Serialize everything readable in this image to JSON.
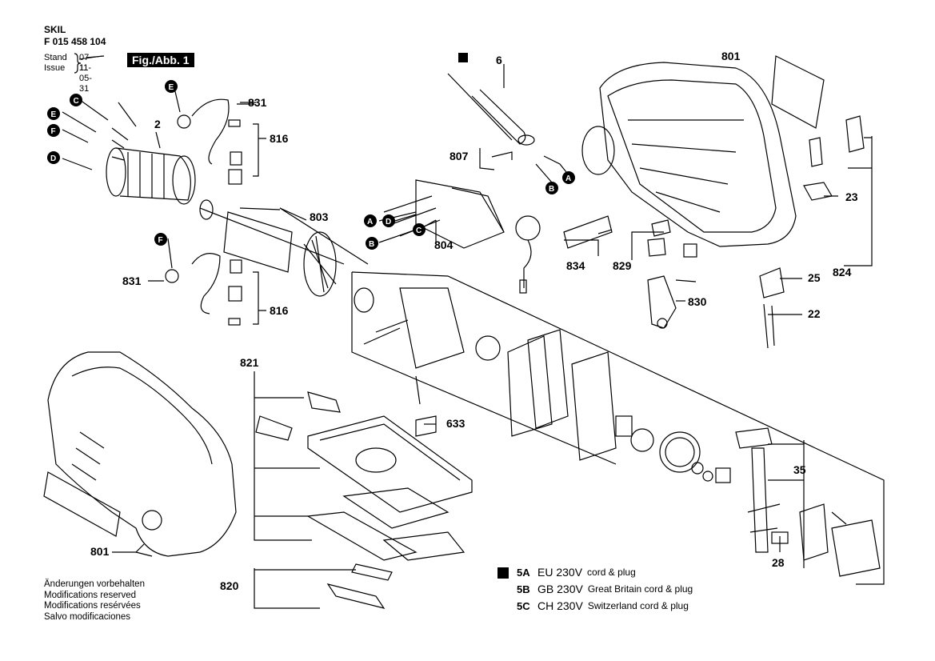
{
  "header": {
    "brand": "SKIL",
    "part_number": "F 015 458 104",
    "stand_label": "Stand",
    "issue_label": "Issue",
    "stand_date": "07-11",
    "issue_date": "11-05-31",
    "figure": "Fig./Abb. 1"
  },
  "notes": [
    "Änderungen vorbehalten",
    "Modifications reserved",
    "Modifications resérvées",
    "Salvo modificaciones"
  ],
  "legend": [
    {
      "code": "5A",
      "voltage": "EU 230V",
      "desc": "cord & plug",
      "marker": "square"
    },
    {
      "code": "5B",
      "voltage": "GB 230V",
      "desc": "Great Britain cord & plug"
    },
    {
      "code": "5C",
      "voltage": "CH 230V",
      "desc": "Switzerland cord & plug"
    }
  ],
  "part_labels": [
    "6",
    "801",
    "831",
    "2",
    "816",
    "807",
    "803",
    "804",
    "834",
    "829",
    "23",
    "824",
    "25",
    "830",
    "22",
    "821",
    "633",
    "35",
    "28",
    "820"
  ],
  "connector_letters": [
    "A",
    "B",
    "C",
    "D",
    "E",
    "F"
  ]
}
